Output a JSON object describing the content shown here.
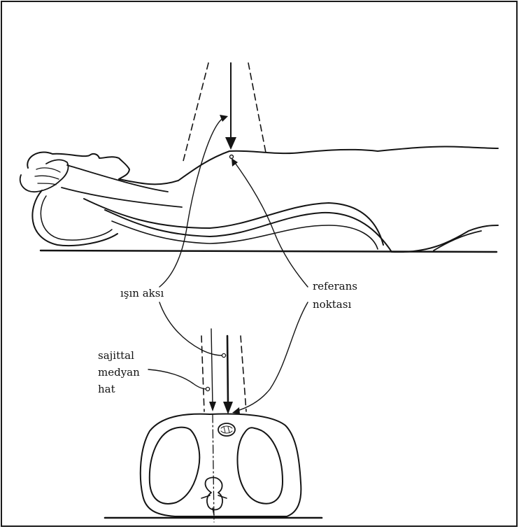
{
  "labels": {
    "beam_axis": "ışın aksı",
    "reference_point_line1": "referans",
    "reference_point_line2": "noktası",
    "sagittal_line1": "sajittal",
    "sagittal_line2": "medyan",
    "sagittal_line3": "hat"
  },
  "colors": {
    "ink": "#141414",
    "paper": "#ffffff",
    "frame": "#1a1a1a"
  }
}
